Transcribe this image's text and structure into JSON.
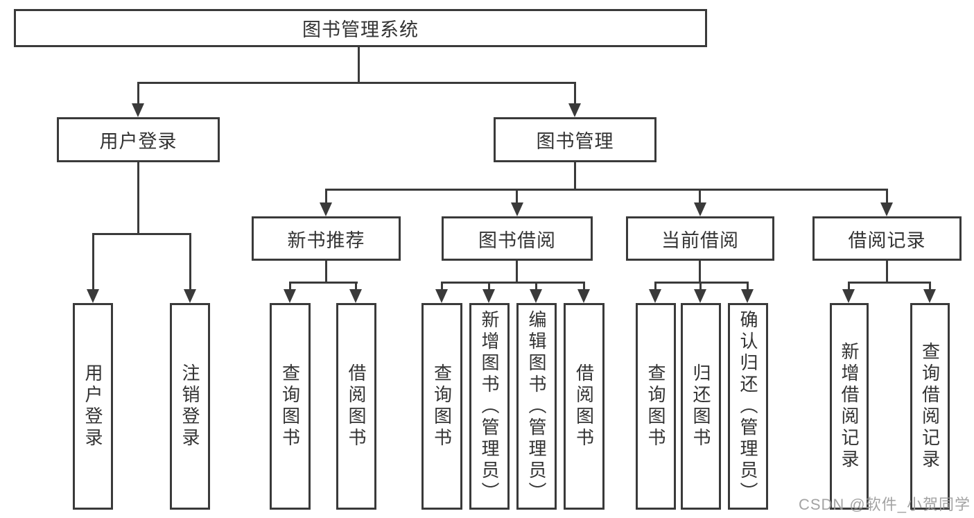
{
  "nodes": {
    "root": "图书管理系统",
    "user_login": "用户登录",
    "book_mgmt": "图书管理",
    "new_book_rec": "新书推荐",
    "book_borrow": "图书借阅",
    "current_borrow": "当前借阅",
    "borrow_records": "借阅记录",
    "leaf_user_login": "用户登录",
    "leaf_logout": "注销登录",
    "leaf_rec_query": "查询图书",
    "leaf_rec_borrow": "借阅图书",
    "leaf_bb_query": "查询图书",
    "leaf_bb_add": "新增图书（管理员）",
    "leaf_bb_edit": "编辑图书（管理员）",
    "leaf_bb_borrow": "借阅图书",
    "leaf_cb_query": "查询图书",
    "leaf_cb_return": "归还图书",
    "leaf_cb_confirm": "确认归还（管理员）",
    "leaf_br_add": "新增借阅记录",
    "leaf_br_query": "查询借阅记录"
  },
  "watermark": "CSDN @软件_小贺同学",
  "colors": {
    "line": "#3a3a3a",
    "text": "#333333",
    "watermark": "#9a9a9a"
  }
}
